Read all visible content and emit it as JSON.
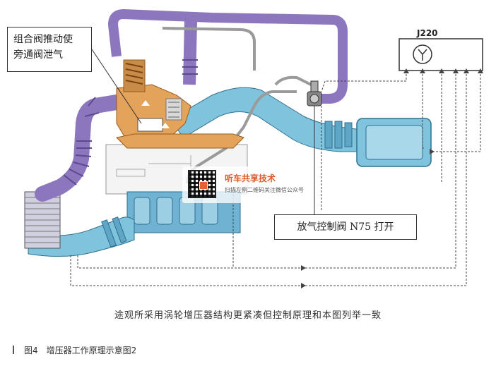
{
  "callouts": {
    "bypass_line1": "组合阀推动使",
    "bypass_line2": "旁通阀泄气",
    "n75": "放气控制阀 N75 打开"
  },
  "ecu": {
    "label": "J220"
  },
  "watermark": {
    "title": "听车共享技术",
    "subtitle": "扫描左侧二维码关注微信公众号"
  },
  "note": "途观所采用涡轮增压器结构更紧凑但控制原理和本图列举一致",
  "figure": {
    "number": "图4",
    "title": "增压器工作原理示意图2"
  },
  "colors": {
    "pressure_pipe": "#8c76bd",
    "intake_air": "#7fc3dc",
    "turbo_exhaust": "#e3a35a",
    "manifold": "#6fb2d2",
    "signal_line": "#444444"
  }
}
